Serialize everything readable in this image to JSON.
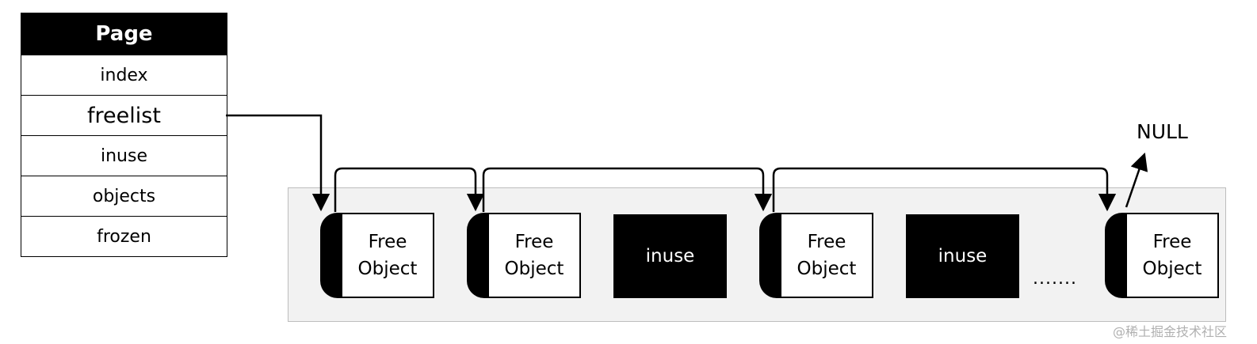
{
  "page": {
    "header": "Page",
    "fields": [
      "index",
      "freelist",
      "inuse",
      "objects",
      "frozen"
    ]
  },
  "slab": {
    "free_label": "Free\nObject",
    "inuse_label": "inuse",
    "ellipsis": ".......",
    "null_label": "NULL"
  },
  "watermark": "@稀土掘金技术社区"
}
